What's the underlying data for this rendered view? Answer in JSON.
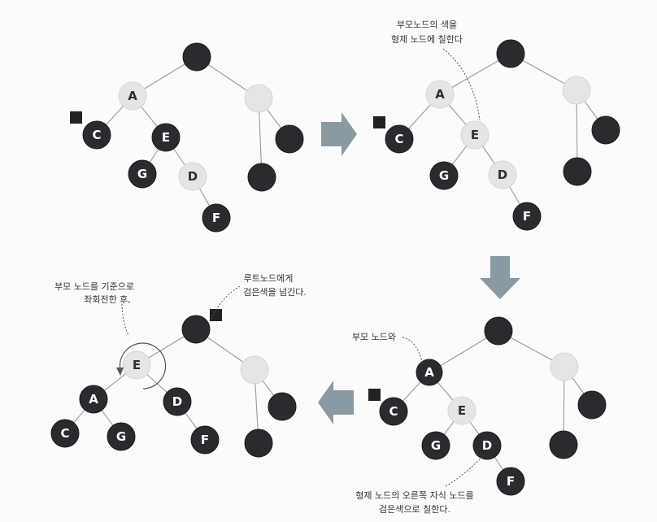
{
  "panels": [
    {
      "id": "step1",
      "nodes": [
        {
          "id": "root",
          "label": "",
          "color": "black"
        },
        {
          "id": "A",
          "label": "A",
          "color": "gray"
        },
        {
          "id": "S",
          "label": "",
          "color": "gray"
        },
        {
          "id": "C",
          "label": "C",
          "color": "black"
        },
        {
          "id": "E",
          "label": "E",
          "color": "black"
        },
        {
          "id": "G",
          "label": "G",
          "color": "black"
        },
        {
          "id": "D",
          "label": "D",
          "color": "gray"
        },
        {
          "id": "F",
          "label": "F",
          "color": "black"
        },
        {
          "id": "R1",
          "label": "",
          "color": "black"
        },
        {
          "id": "R2",
          "label": "",
          "color": "black"
        }
      ],
      "edges": [
        [
          "root",
          "A"
        ],
        [
          "root",
          "S"
        ],
        [
          "A",
          "C"
        ],
        [
          "A",
          "E"
        ],
        [
          "E",
          "G"
        ],
        [
          "E",
          "D"
        ],
        [
          "D",
          "F"
        ],
        [
          "S",
          "R1"
        ],
        [
          "S",
          "R2"
        ]
      ]
    },
    {
      "id": "step2",
      "nodes": [
        {
          "id": "root",
          "label": "",
          "color": "black"
        },
        {
          "id": "A",
          "label": "A",
          "color": "gray"
        },
        {
          "id": "S",
          "label": "",
          "color": "gray"
        },
        {
          "id": "C",
          "label": "C",
          "color": "black"
        },
        {
          "id": "E",
          "label": "E",
          "color": "gray"
        },
        {
          "id": "G",
          "label": "G",
          "color": "black"
        },
        {
          "id": "D",
          "label": "D",
          "color": "gray"
        },
        {
          "id": "F",
          "label": "F",
          "color": "black"
        },
        {
          "id": "R1",
          "label": "",
          "color": "black"
        },
        {
          "id": "R2",
          "label": "",
          "color": "black"
        }
      ],
      "edges": [
        [
          "root",
          "A"
        ],
        [
          "root",
          "S"
        ],
        [
          "A",
          "C"
        ],
        [
          "A",
          "E"
        ],
        [
          "E",
          "G"
        ],
        [
          "E",
          "D"
        ],
        [
          "D",
          "F"
        ],
        [
          "S",
          "R1"
        ],
        [
          "S",
          "R2"
        ]
      ]
    },
    {
      "id": "step3",
      "nodes": [
        {
          "id": "root",
          "label": "",
          "color": "black"
        },
        {
          "id": "A",
          "label": "A",
          "color": "black"
        },
        {
          "id": "S",
          "label": "",
          "color": "gray"
        },
        {
          "id": "C",
          "label": "C",
          "color": "black"
        },
        {
          "id": "E",
          "label": "E",
          "color": "gray"
        },
        {
          "id": "G",
          "label": "G",
          "color": "black"
        },
        {
          "id": "D",
          "label": "D",
          "color": "black"
        },
        {
          "id": "F",
          "label": "F",
          "color": "black"
        },
        {
          "id": "R1",
          "label": "",
          "color": "black"
        },
        {
          "id": "R2",
          "label": "",
          "color": "black"
        }
      ],
      "edges": [
        [
          "root",
          "A"
        ],
        [
          "root",
          "S"
        ],
        [
          "A",
          "C"
        ],
        [
          "A",
          "E"
        ],
        [
          "E",
          "G"
        ],
        [
          "E",
          "D"
        ],
        [
          "D",
          "F"
        ],
        [
          "S",
          "R1"
        ],
        [
          "S",
          "R2"
        ]
      ]
    },
    {
      "id": "step4",
      "nodes": [
        {
          "id": "root",
          "label": "",
          "color": "black"
        },
        {
          "id": "E",
          "label": "E",
          "color": "gray"
        },
        {
          "id": "S",
          "label": "",
          "color": "gray"
        },
        {
          "id": "A",
          "label": "A",
          "color": "black"
        },
        {
          "id": "D",
          "label": "D",
          "color": "black"
        },
        {
          "id": "C",
          "label": "C",
          "color": "black"
        },
        {
          "id": "G",
          "label": "G",
          "color": "black"
        },
        {
          "id": "F",
          "label": "F",
          "color": "black"
        },
        {
          "id": "R1",
          "label": "",
          "color": "black"
        },
        {
          "id": "R2",
          "label": "",
          "color": "black"
        }
      ],
      "edges": [
        [
          "root",
          "E"
        ],
        [
          "root",
          "S"
        ],
        [
          "E",
          "A"
        ],
        [
          "E",
          "D"
        ],
        [
          "A",
          "C"
        ],
        [
          "A",
          "G"
        ],
        [
          "D",
          "F"
        ],
        [
          "S",
          "R1"
        ],
        [
          "S",
          "R2"
        ]
      ]
    }
  ],
  "notes": {
    "step2_line1": "부모노드의 색을",
    "step2_line2": "형제 노드에 칠한다",
    "step3_parent": "부모 노드와",
    "step3_line1": "형제 노드의 오른쪽 자식 노드를",
    "step3_line2": "검은색으로 칠한다.",
    "step4_rotate_line1": "부모 노드를 기준으로",
    "step4_rotate_line2": "좌회전한 후,",
    "step4_root_line1": "루트노드에게",
    "step4_root_line2": "검은색을 넘긴다."
  },
  "colors": {
    "black_node": "#2b2b2f",
    "gray_node": "#e4e6e6",
    "arrow": "#8a9aa0"
  }
}
